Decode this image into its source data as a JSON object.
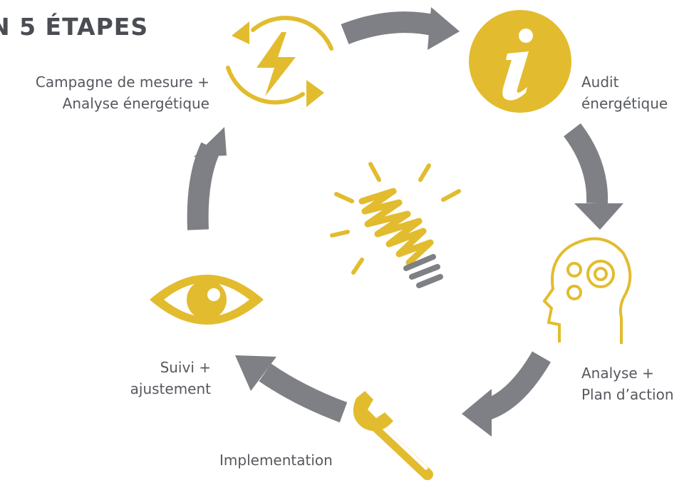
{
  "title": "N 5 ÉTAPES",
  "steps": [
    {
      "id": "campagne",
      "icon": "lightning-cycle-icon",
      "lines": [
        "Campagne de mesure +",
        "Analyse énergétique"
      ]
    },
    {
      "id": "audit",
      "icon": "info-icon",
      "lines": [
        "Audit",
        "énergétique"
      ]
    },
    {
      "id": "analyse",
      "icon": "head-gears-icon",
      "lines": [
        "Analyse +",
        "Plan d’action"
      ]
    },
    {
      "id": "implementation",
      "icon": "wrench-icon",
      "lines": [
        "Implementation"
      ]
    },
    {
      "id": "suivi",
      "icon": "eye-icon",
      "lines": [
        "Suivi +",
        "ajustement"
      ]
    }
  ],
  "center_icon": "lightbulb-icon",
  "colors": {
    "accent": "#E2BC2E",
    "arrow": "#7E8085",
    "text": "#55585D"
  }
}
